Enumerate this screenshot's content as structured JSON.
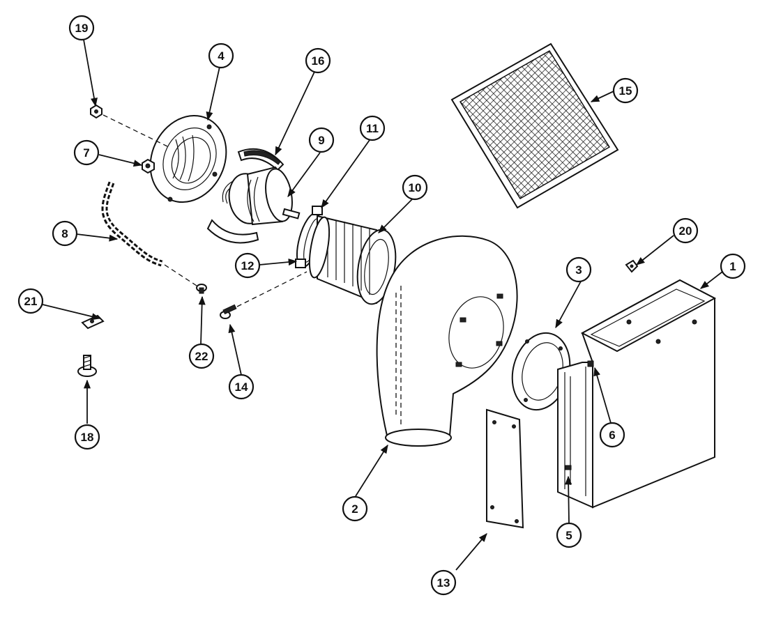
{
  "callouts": {
    "c1": "1",
    "c2": "2",
    "c3": "3",
    "c4": "4",
    "c5": "5",
    "c6": "6",
    "c7": "7",
    "c8": "8",
    "c9": "9",
    "c10": "10",
    "c11": "11",
    "c12": "12",
    "c13": "13",
    "c14": "14",
    "c15": "15",
    "c16": "16",
    "c18": "18",
    "c19": "19",
    "c20": "20",
    "c21": "21",
    "c22": "22"
  }
}
